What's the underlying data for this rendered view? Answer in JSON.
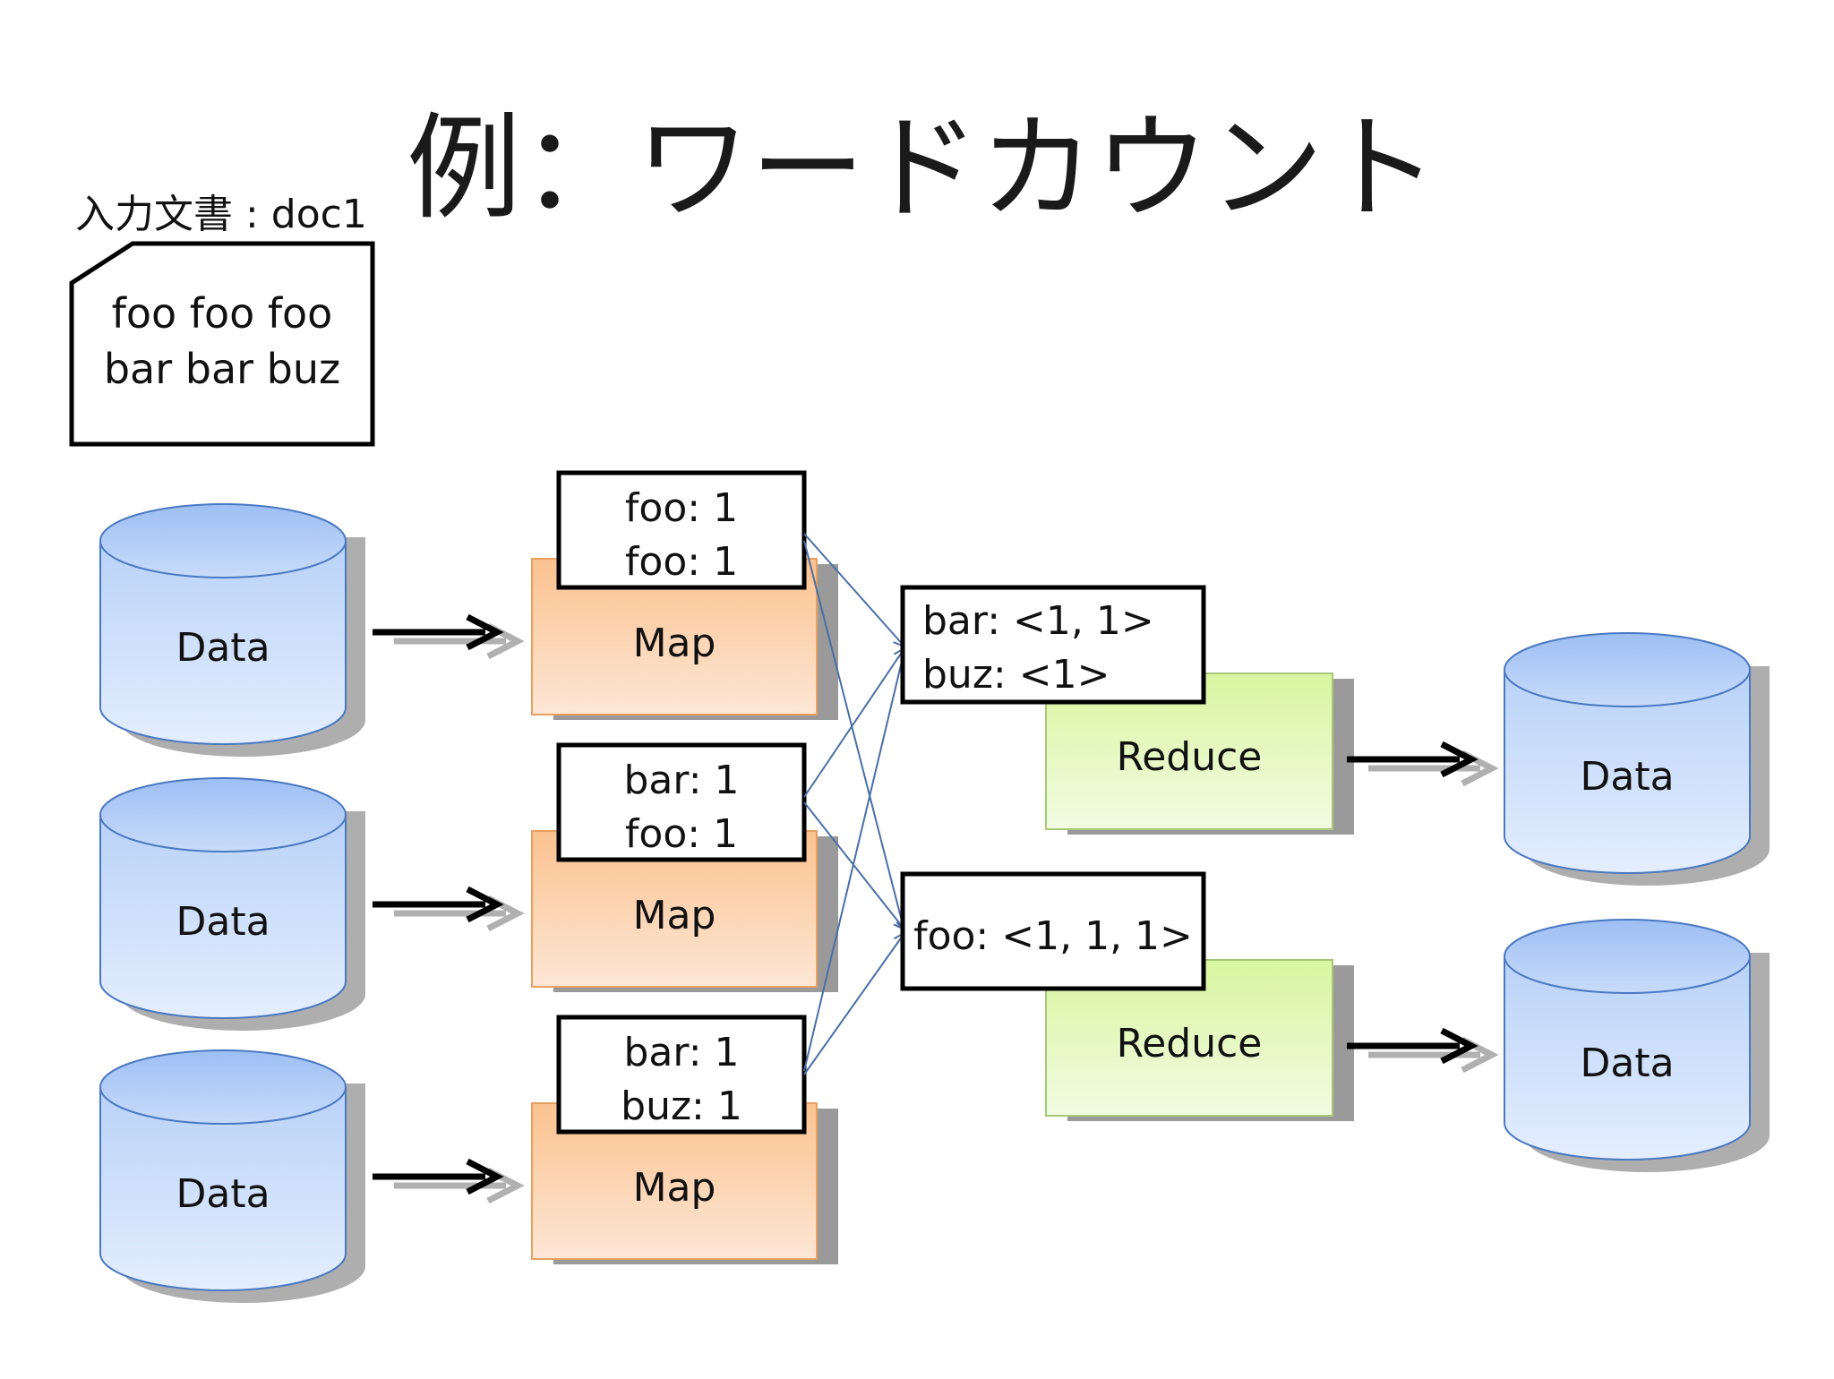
{
  "title": "例：ワードカウント",
  "input_document": {
    "label": "入力文書 : doc1",
    "lines": [
      "foo foo foo",
      "bar bar buz"
    ]
  },
  "input_data": [
    "Data",
    "Data",
    "Data"
  ],
  "map_tasks": [
    {
      "label": "Map",
      "output": [
        "foo: 1",
        "foo: 1"
      ]
    },
    {
      "label": "Map",
      "output": [
        "bar: 1",
        "foo: 1"
      ]
    },
    {
      "label": "Map",
      "output": [
        "bar: 1",
        "buz: 1"
      ]
    }
  ],
  "reduce_tasks": [
    {
      "label": "Reduce",
      "input": [
        "bar: <1, 1>",
        "buz: <1>"
      ]
    },
    {
      "label": "Reduce",
      "input": [
        "foo: <1, 1, 1>"
      ]
    }
  ],
  "output_data": [
    "Data",
    "Data"
  ],
  "colors": {
    "cylinder_top": "#a9c6f5",
    "cylinder_body": "#cfe0fb",
    "cylinder_stroke": "#4a78c2",
    "map_fill": "#fbc89c",
    "map_stroke": "#e8a060",
    "reduce_fill": "#e3f7b8",
    "reduce_stroke": "#a8c878",
    "shuffle_line": "#4a6fa5"
  }
}
